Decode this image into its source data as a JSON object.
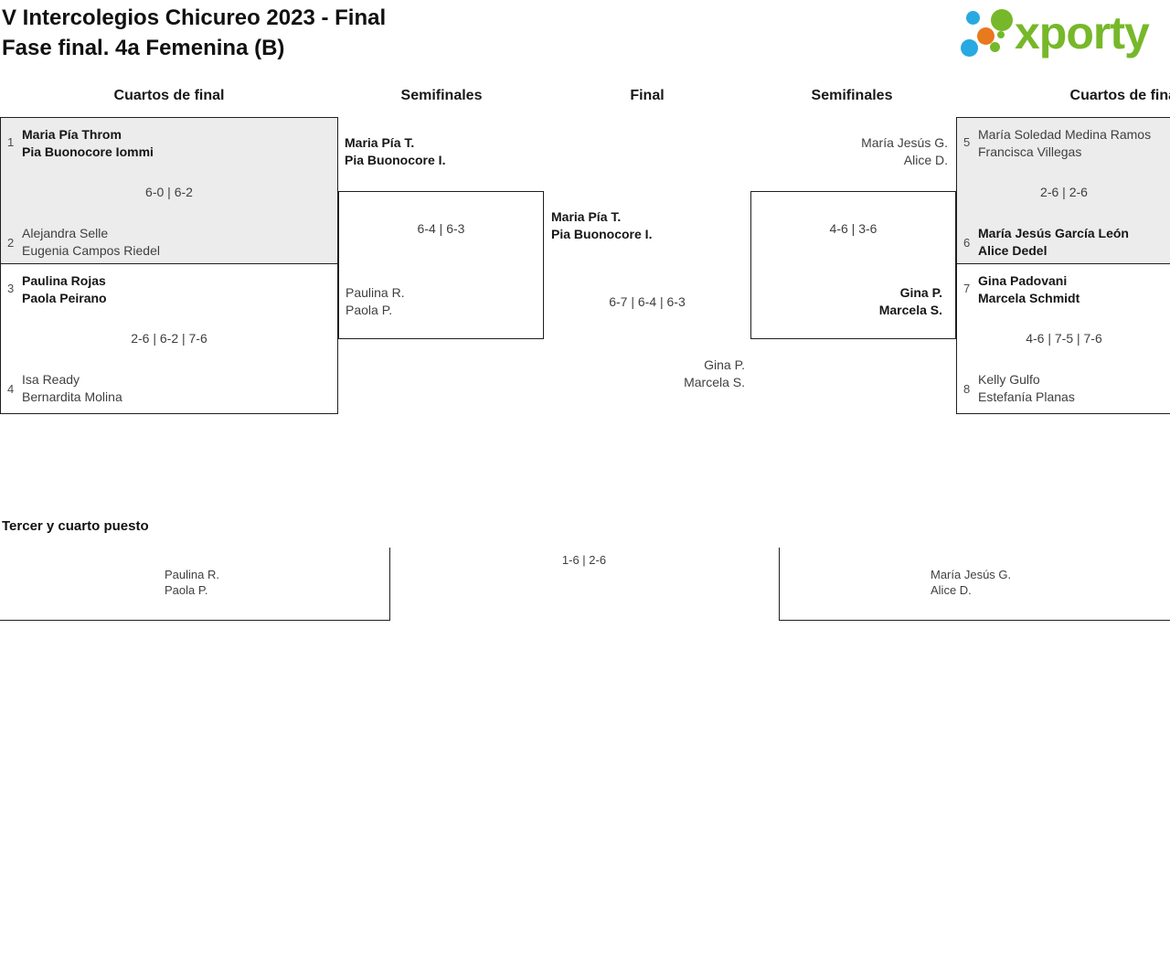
{
  "header": {
    "title_line1": "V Intercolegios Chicureo 2023 - Final",
    "title_line2": "Fase final. 4a Femenina (B)",
    "logo_text": "xporty"
  },
  "colors": {
    "logo_green": "#76b82a",
    "logo_blue": "#29a9e1",
    "logo_orange": "#e8791d",
    "box_grey": "#ececec",
    "border": "#1f1f1f"
  },
  "round_headers": [
    "Cuartos de final",
    "Semifinales",
    "Final",
    "Semifinales",
    "Cuartos de final"
  ],
  "matches": {
    "qf1": {
      "seed_a": "1",
      "team_a1": "Maria Pía Throm",
      "team_a2": "Pia Buonocore Iommi",
      "score": "6-0 | 6-2",
      "seed_b": "2",
      "team_b1": "Alejandra Selle",
      "team_b2": "Eugenia Campos Riedel"
    },
    "qf2": {
      "seed_a": "3",
      "team_a1": "Paulina Rojas",
      "team_a2": "Paola Peirano",
      "score": "2-6 | 6-2 | 7-6",
      "seed_b": "4",
      "team_b1": "Isa Ready",
      "team_b2": "Bernardita Molina"
    },
    "sf_left": {
      "team_a1": "Maria Pía T.",
      "team_a2": "Pia Buonocore I.",
      "score": "6-4 | 6-3",
      "team_b1": "Paulina R.",
      "team_b2": "Paola P."
    },
    "final": {
      "team_a1": "Maria Pía T.",
      "team_a2": "Pia Buonocore I.",
      "score": "6-7 | 6-4 | 6-3",
      "team_b1": "Gina P.",
      "team_b2": "Marcela S."
    },
    "sf_right": {
      "team_a1": "María Jesús G.",
      "team_a2": "Alice D.",
      "score": "4-6 | 3-6",
      "team_b1": "Gina P.",
      "team_b2": "Marcela S."
    },
    "qf3": {
      "seed_a": "5",
      "team_a1": "María Soledad Medina Ramos",
      "team_a2": "Francisca Villegas",
      "score": "2-6 | 2-6",
      "seed_b": "6",
      "team_b1": "María Jesús García León",
      "team_b2": "Alice Dedel"
    },
    "qf4": {
      "seed_a": "7",
      "team_a1": "Gina Padovani",
      "team_a2": "Marcela Schmidt",
      "score": "4-6 | 7-5 | 7-6",
      "seed_b": "8",
      "team_b1": "Kelly Gulfo",
      "team_b2": "Estefanía Planas"
    }
  },
  "third_place": {
    "heading": "Tercer y cuarto puesto",
    "team_a1": "Paulina R.",
    "team_a2": "Paola P.",
    "score": "1-6 | 2-6",
    "team_b1": "María Jesús G.",
    "team_b2": "Alice D."
  }
}
